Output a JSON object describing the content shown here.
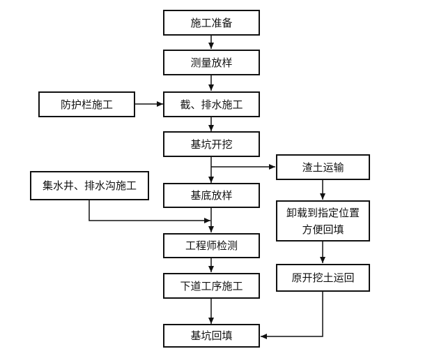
{
  "flowchart": {
    "main_steps": [
      "施工准备",
      "测量放样",
      "截、排水施工",
      "基坑开挖",
      "基底放样",
      "工程师检测",
      "下道工序施工",
      "基坑回填"
    ],
    "left_inputs": [
      "防护栏施工",
      "集水井、排水沟施工"
    ],
    "right_branch": [
      "渣土运输",
      "卸载到指定位置",
      "方便回填",
      "原开挖土运回"
    ]
  }
}
